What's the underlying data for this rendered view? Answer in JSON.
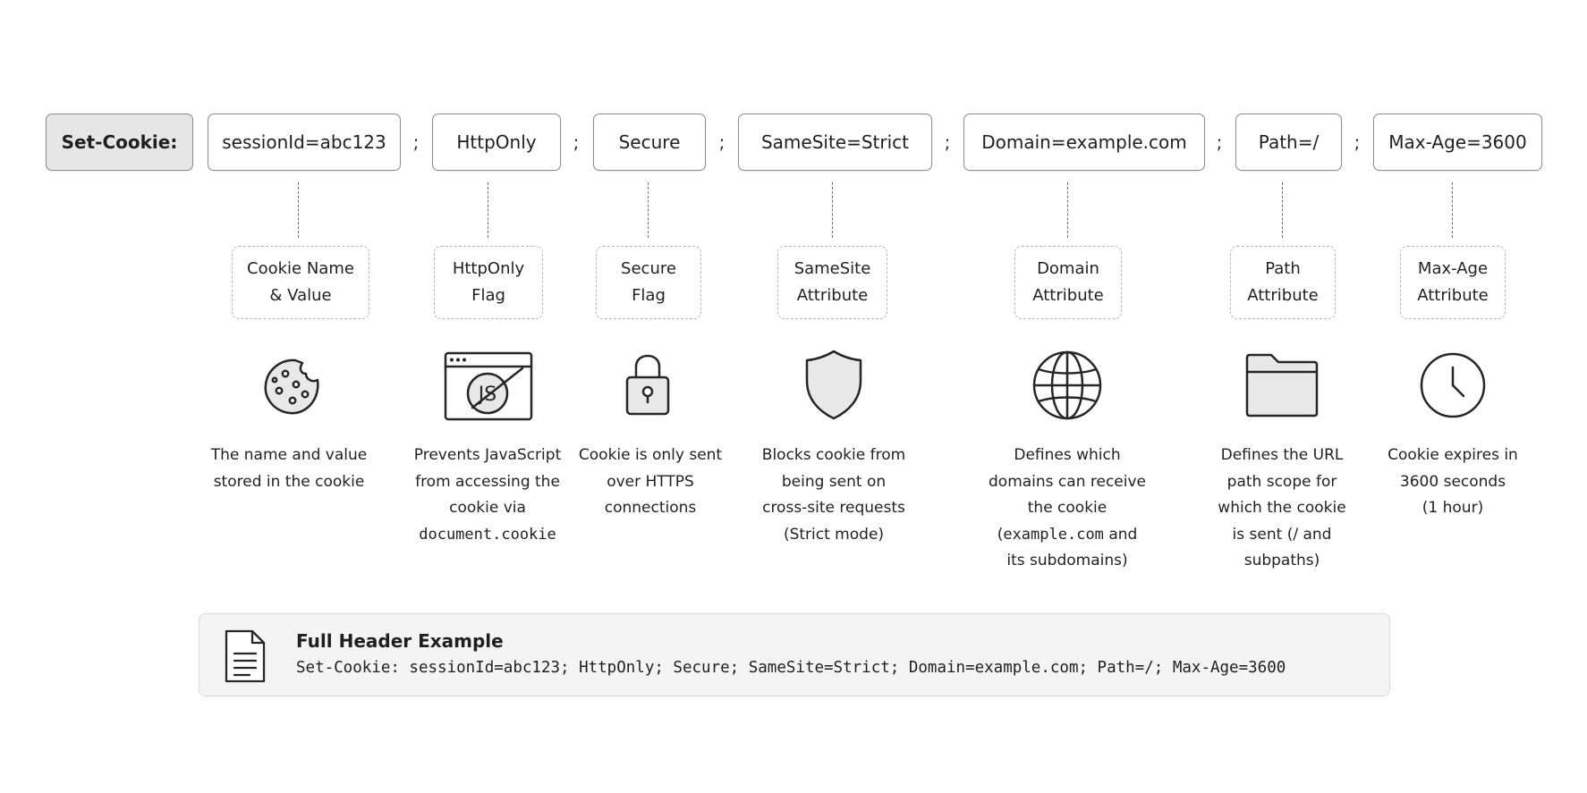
{
  "header_name": "Set-Cookie:",
  "separator": ";",
  "tokens": [
    {
      "text": "sessionId=abc123",
      "label_line1": "Cookie Name",
      "label_line2": "& Value",
      "icon": "cookie-icon",
      "desc": [
        "The name and value",
        "stored in the cookie"
      ]
    },
    {
      "text": "HttpOnly",
      "label_line1": "HttpOnly",
      "label_line2": "Flag",
      "icon": "no-javascript-icon",
      "desc": [
        "Prevents JavaScript",
        "from accessing the",
        "cookie via"
      ],
      "desc_code": "document.cookie"
    },
    {
      "text": "Secure",
      "label_line1": "Secure",
      "label_line2": "Flag",
      "icon": "lock-icon",
      "desc": [
        "Cookie is only sent",
        "over HTTPS",
        "connections"
      ]
    },
    {
      "text": "SameSite=Strict",
      "label_line1": "SameSite",
      "label_line2": "Attribute",
      "icon": "shield-icon",
      "desc": [
        "Blocks cookie from",
        "being sent on",
        "cross-site requests",
        "(Strict mode)"
      ]
    },
    {
      "text": "Domain=example.com",
      "label_line1": "Domain",
      "label_line2": "Attribute",
      "icon": "globe-icon",
      "desc": [
        "Defines which",
        "domains can receive",
        "the cookie"
      ],
      "desc_code_pre": "(",
      "desc_code": "example.com",
      "desc_code_post": " and",
      "desc_tail": "its subdomains)"
    },
    {
      "text": "Path=/",
      "label_line1": "Path",
      "label_line2": "Attribute",
      "icon": "folder-icon",
      "desc": [
        "Defines the URL",
        "path scope for",
        "which the cookie",
        "is sent (/ and",
        "subpaths)"
      ]
    },
    {
      "text": "Max-Age=3600",
      "label_line1": "Max-Age",
      "label_line2": "Attribute",
      "icon": "clock-icon",
      "desc": [
        "Cookie expires in",
        "3600 seconds",
        "(1 hour)"
      ]
    }
  ],
  "example": {
    "title": "Full Header Example",
    "code": "Set-Cookie: sessionId=abc123; HttpOnly; Secure; SameSite=Strict; Domain=example.com; Path=/; Max-Age=3600",
    "icon": "document-icon"
  },
  "colors": {
    "token_border": "#8c8c8c",
    "header_fill": "#e6e6e6",
    "label_border": "#b5b5b5",
    "icon_stroke": "#262626",
    "icon_fill": "#e8e8e8",
    "example_fill": "#f4f4f4"
  }
}
